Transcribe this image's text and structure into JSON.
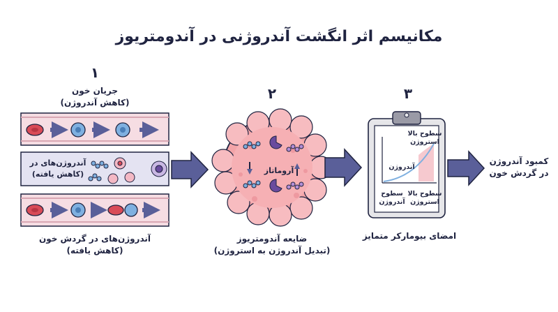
{
  "title": "مکانیسم اثر انگشت آندروژنی در آندومتریوز",
  "step1": {
    "number": "۱",
    "top_line1": "جریان خون",
    "top_line2": "(کاهش آندروژن)",
    "mid_line1": "آندروژن‌های در",
    "mid_line2": "(کاهش یافته)",
    "bottom_line1": "آندروژن‌های در گردش خون",
    "bottom_line2": "(کاهش یافته)"
  },
  "step2": {
    "number": "۲",
    "enzyme": "آروماتاز",
    "line1": "ضایعه آندومتریوز",
    "line2": "(تبدیل آندروژن به استروژن)"
  },
  "step3": {
    "number": "۳",
    "chart_top_line1": "سطوح بالا",
    "chart_top_line2": "استروژن",
    "chart_androgen": "آندروژن",
    "chart_bottom_left_line1": "سطوح",
    "chart_bottom_left_line2": "آندروژن",
    "chart_bottom_right_line1": "سطوح بالا",
    "chart_bottom_right_line2": "استروژن",
    "caption": "امضای بیومارکر متمایز"
  },
  "result": {
    "line1": "کمبود آندروژن",
    "line2": "در گردش خون"
  },
  "colors": {
    "navy": "#1f2340",
    "vessel": "#f6dde3",
    "vessel_wall": "#d9a7b3",
    "tissue": "#f3a4a8",
    "arrow": "#5a5f99",
    "blue_cell": "#7fb0e0",
    "red_cell": "#d94b57",
    "purple": "#6a4b9e"
  }
}
